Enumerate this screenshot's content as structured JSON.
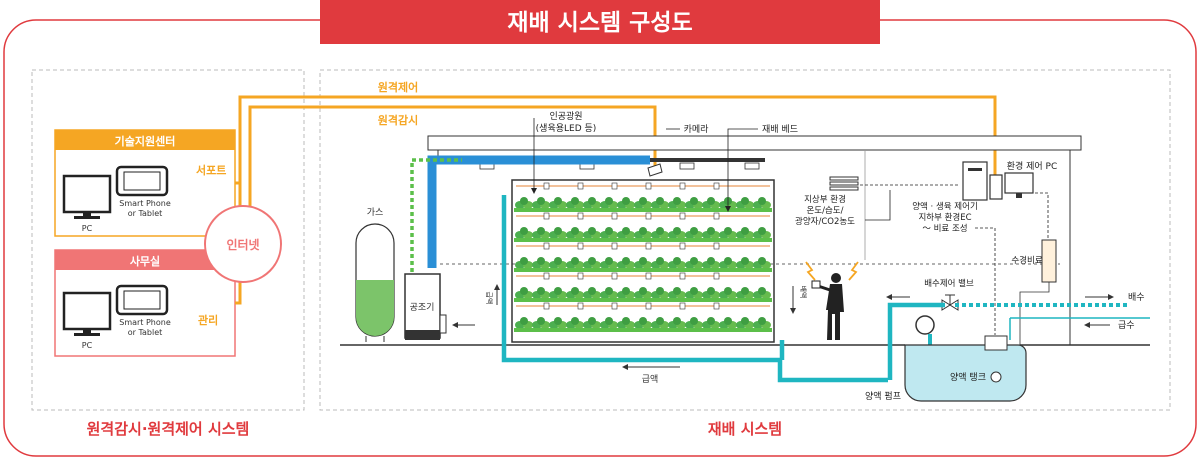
{
  "title": "재배 시스템 구성도",
  "colors": {
    "red": "#e03a3e",
    "pink": "#f07575",
    "orange": "#f5a623",
    "blue": "#2a8fd6",
    "teal": "#1fb6c1",
    "green": "#5cbf4a",
    "gray": "#555555"
  },
  "remote_system": {
    "label": "원격감시·원격제어 시스템",
    "tech_center": {
      "title": "기술지원센터",
      "pc_label": "PC",
      "device_label_1": "Smart Phone",
      "device_label_2": "or Tablet"
    },
    "office": {
      "title": "사무실",
      "pc_label": "PC",
      "device_label_1": "Smart Phone",
      "device_label_2": "or Tablet"
    },
    "support_label": "서포트",
    "manage_label": "관리",
    "internet_label": "인터넷"
  },
  "cultivation_system": {
    "label": "재배 시스템",
    "remote_control": "원격제어",
    "remote_monitor": "원격감시",
    "artificial_light_1": "인공광원",
    "artificial_light_2": "(생육용LED 등)",
    "camera": "카메라",
    "bed": "재배 베드",
    "env_pc": "환경 제어 PC",
    "sensor_1": "지상부 환경",
    "sensor_2": "온도/습도/",
    "sensor_3": "광양자/CO2농도",
    "nutrient_ctrl_1": "양액 · 생육 제어기",
    "nutrient_ctrl_2": "지하부 환경EC",
    "nutrient_ctrl_3": "～ 비료 조성",
    "fertilizer": "수경비료",
    "gas": "가스",
    "aircon": "공조기",
    "drain_valve": "배수제어 밸브",
    "drain": "배수",
    "supply_water": "급수",
    "supply_liquid": "급액",
    "nutrient_pump": "양액 펌프",
    "nutrient_tank": "양액 탱크",
    "arrow_up_label": "급액",
    "arrow_down_label": "배액"
  }
}
